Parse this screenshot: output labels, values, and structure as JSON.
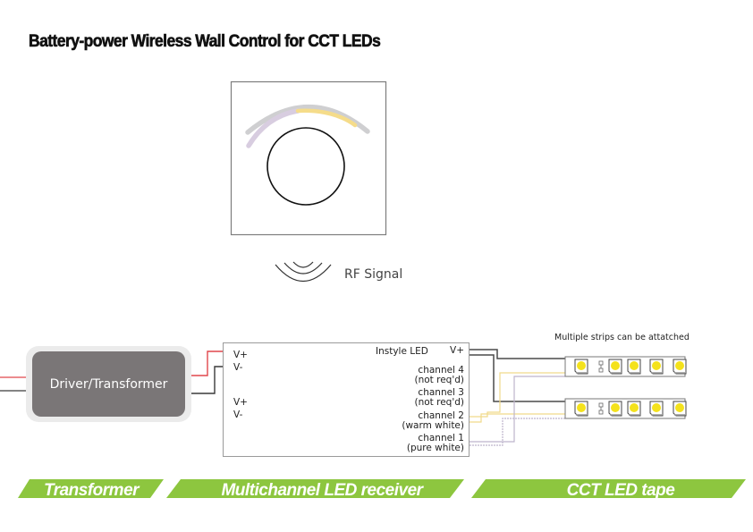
{
  "title": "Battery-power Wireless Wall Control for CCT LEDs",
  "wall_control": {
    "arc_colors": {
      "track": "#cfcfd1",
      "pure_white": "#d8cde0",
      "warm_white": "#f5dc8a"
    },
    "knob_icon": "rotary-dial-icon"
  },
  "rf": {
    "label": "RF Signal",
    "icon": "rf-signal-waves-icon"
  },
  "driver": {
    "label": "Driver/Transformer",
    "fill": "#7a7677"
  },
  "receiver": {
    "brand": "Instyle LED",
    "input_terminals": [
      "V+",
      "V-",
      "V+",
      "V-"
    ],
    "output_vplus": "V+",
    "channels": [
      {
        "name": "channel 4",
        "note": "(not req'd)"
      },
      {
        "name": "channel 3",
        "note": "(not req'd)"
      },
      {
        "name": "channel 2",
        "note": "(warm white)"
      },
      {
        "name": "channel 1",
        "note": "(pure white)"
      }
    ]
  },
  "strips": {
    "note": "Multiple strips can be attatched",
    "count": 2,
    "leds_per_strip": 5,
    "led_color": "#f4e21c"
  },
  "wire_colors": {
    "positive": "#e0474c",
    "negative": "#3a3a3a",
    "vplus_out": "#4a4a4a",
    "warm_white": "#f0d98a",
    "pure_white": "#bdb5cc"
  },
  "banners": [
    {
      "label": "Transformer"
    },
    {
      "label": "Multichannel LED receiver"
    },
    {
      "label": "CCT LED tape"
    }
  ],
  "banner_color": "#8dc63f"
}
